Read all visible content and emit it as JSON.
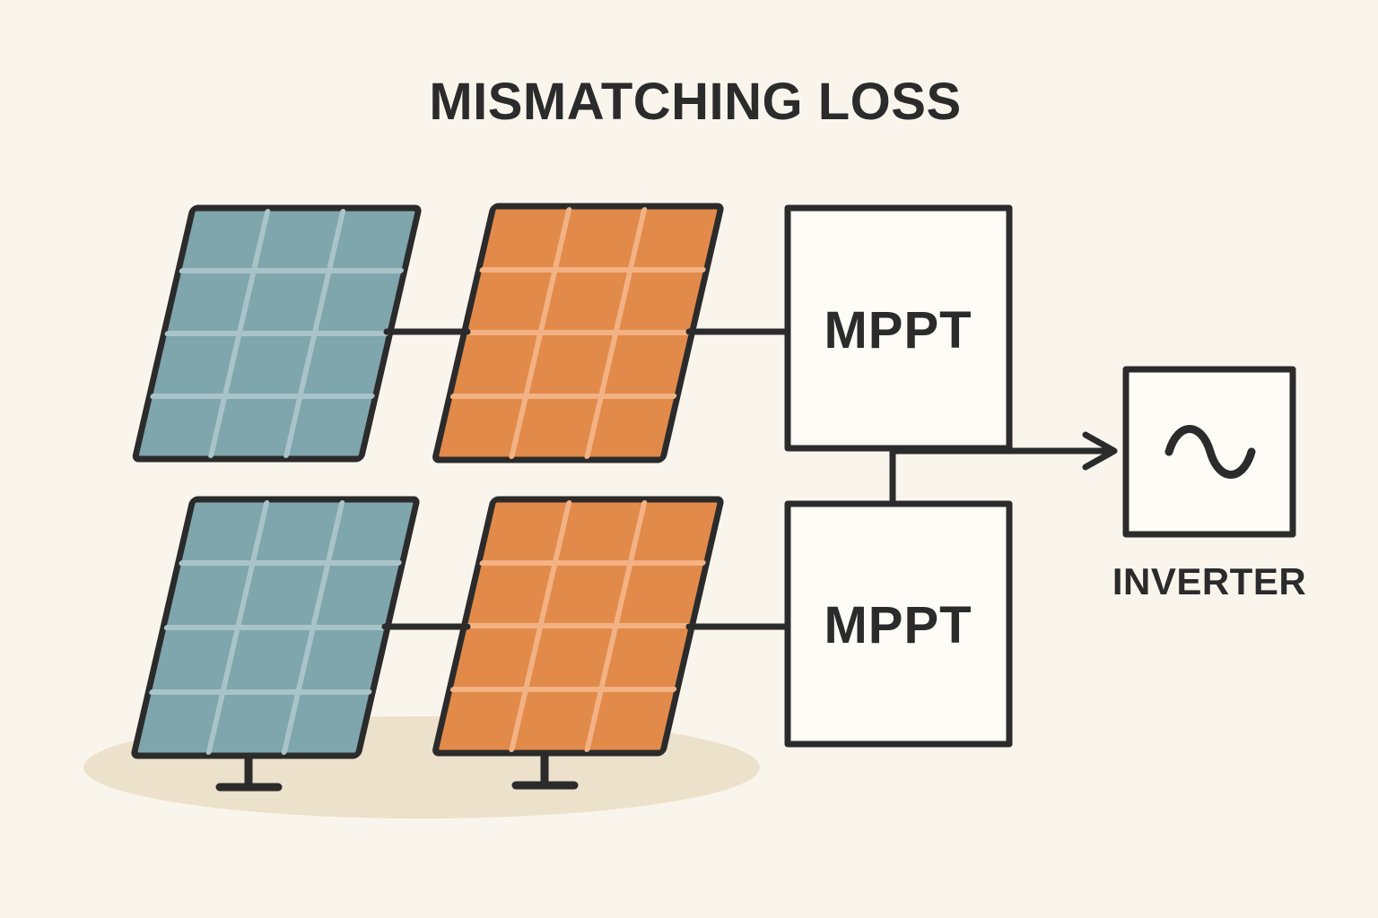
{
  "title": "MISMATCHING LOSS",
  "nodes": {
    "mppt_top_label": "MPPT",
    "mppt_bottom_label": "MPPT",
    "inverter_label": "INVERTER"
  },
  "icons": {
    "inverter_symbol": "sine-wave",
    "flow_arrow": "right-arrow"
  },
  "panels": [
    {
      "id": "top-left",
      "color_name": "blue",
      "grid": "3x4"
    },
    {
      "id": "top-right",
      "color_name": "orange",
      "grid": "3x4"
    },
    {
      "id": "bottom-left",
      "color_name": "blue",
      "grid": "3x4"
    },
    {
      "id": "bottom-right",
      "color_name": "orange",
      "grid": "3x4"
    }
  ],
  "connections": [
    "panel-top-left -> panel-top-right",
    "panel-top-right -> mppt-top",
    "panel-bottom-left -> panel-bottom-right",
    "panel-bottom-right -> mppt-bottom",
    "mppt-top + mppt-bottom -> inverter"
  ],
  "colors": {
    "background": "#faf5ec",
    "outline": "#2b2b2b",
    "panel_blue": "#7fa5ad",
    "panel_blue_grid": "#a9c4c9",
    "panel_orange": "#e18a4a",
    "panel_orange_grid": "#f3b284",
    "shadow": "#ece1ca",
    "box_fill": "#fefcf6"
  }
}
